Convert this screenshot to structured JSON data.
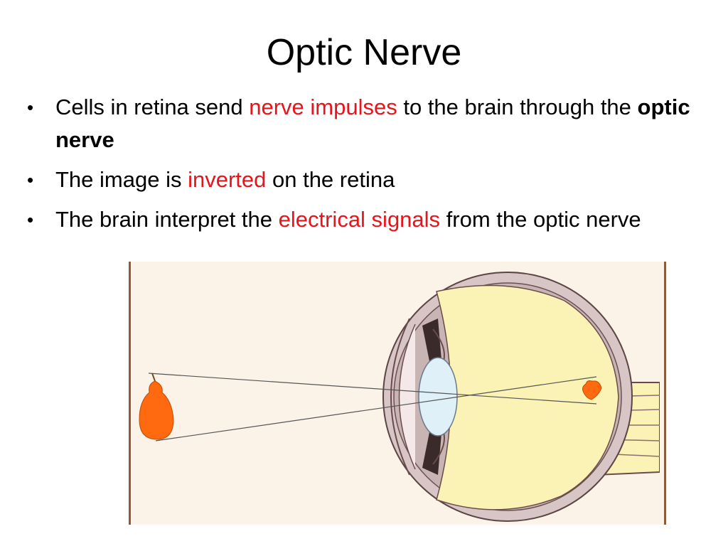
{
  "slide": {
    "title": "Optic Nerve",
    "bullets": [
      {
        "dot": "•",
        "parts": [
          "Cells in retina send ",
          "nerve impulses",
          " to the brain through the ",
          "optic nerve",
          ""
        ]
      },
      {
        "dot": "•",
        "parts": [
          "The image is ",
          "inverted",
          " on the retina"
        ]
      },
      {
        "dot": "•",
        "parts": [
          "The brain interpret the ",
          "electrical signals",
          " from the optic nerve"
        ]
      }
    ]
  },
  "figure": {
    "caption": "",
    "colors": {
      "background": "#fcf3e8",
      "eyeball": "#fbf2b6",
      "sclera": "#d8c6c6",
      "lens": "#dff0f8",
      "object": "#ff6a10",
      "frame": "#8c5a3c"
    }
  }
}
